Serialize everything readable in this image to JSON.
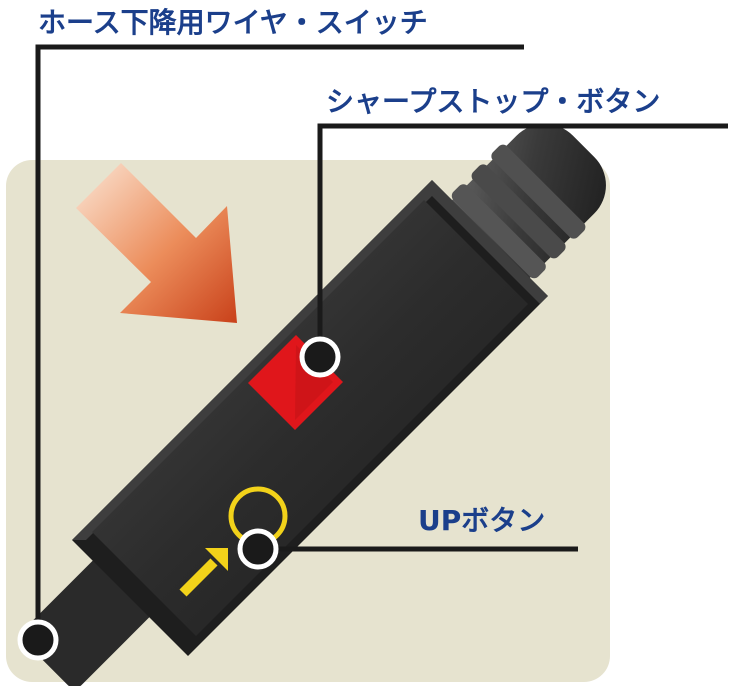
{
  "colors": {
    "label_text": "#1b3f8b",
    "background_panel": "#e6e3cf",
    "device_body": "#2b2b2b",
    "sharp_stop_button": "#e0161b",
    "up_button_ring": "#f2d21a",
    "up_arrow": "#f2d21a",
    "direction_arrow": "#d8561f",
    "leader_line": "#1a1a1a"
  },
  "labels": {
    "hose_switch": "ホース下降用ワイヤ・スイッチ",
    "sharp_stop": "シャープストップ・ボタン",
    "up_button": "UPボタン"
  },
  "icons": {
    "direction": "diagonal-down-right-arrow-icon",
    "up": "up-right-arrow-icon"
  }
}
